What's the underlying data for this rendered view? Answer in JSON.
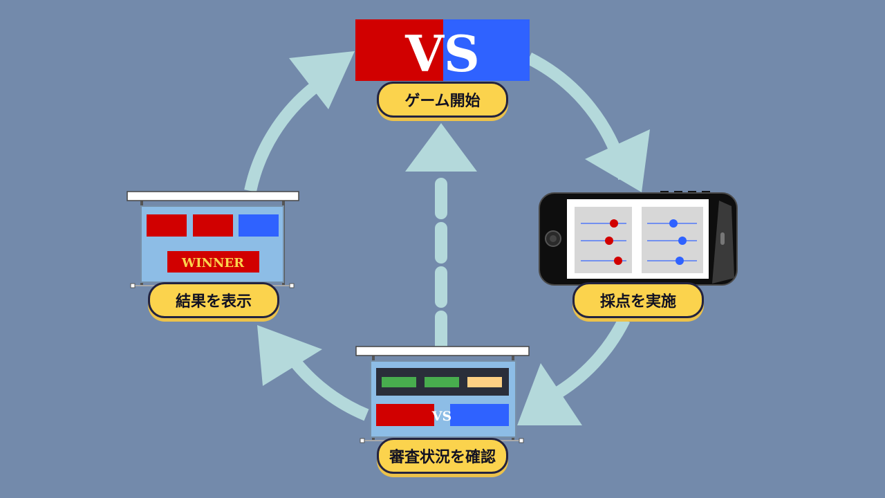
{
  "steps": {
    "start": {
      "label": "ゲーム開始",
      "banner_text": "VS"
    },
    "scoring": {
      "label": "採点を実施"
    },
    "review": {
      "label": "審査状況を確認",
      "vs_text": "VS"
    },
    "result": {
      "label": "結果を表示",
      "winner_text": "WINNER"
    }
  },
  "colors": {
    "background": "#738aab",
    "red": "#d10000",
    "blue": "#2f62ff",
    "arrow": "#b4d9db",
    "label_fill": "#fbd34d",
    "label_border": "#23233f"
  },
  "icons": {
    "start": "vs-banner-icon",
    "scoring": "smartphone-sliders-icon",
    "review": "scoreboard-screen-icon",
    "result": "winner-screen-icon"
  }
}
